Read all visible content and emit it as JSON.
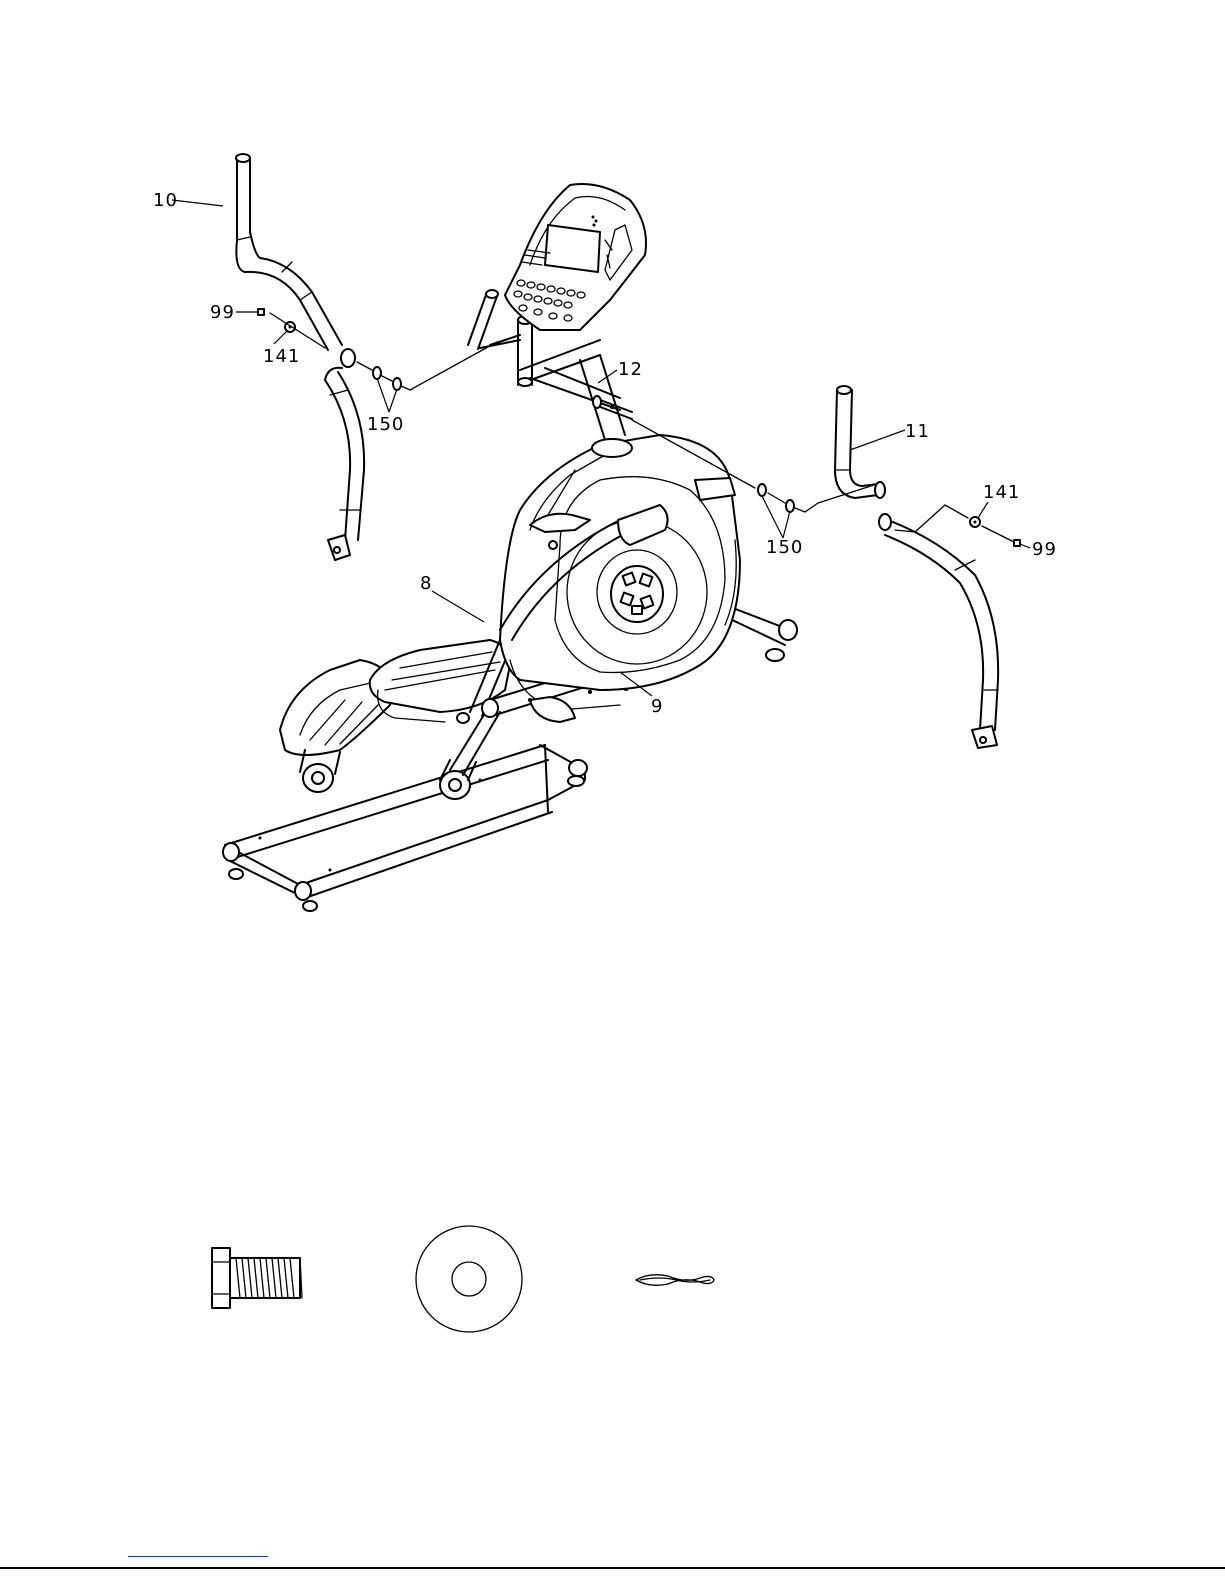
{
  "callouts": {
    "part_10": "10",
    "part_99_left": "99",
    "part_141_left": "141",
    "part_150_left": "150",
    "part_12": "12",
    "part_11": "11",
    "part_141_right": "141",
    "part_150_right": "150",
    "part_99_right": "99",
    "part_8": "8",
    "part_9": "9"
  },
  "hardware": [
    "hex-bolt",
    "flat-washer",
    "wave-washer"
  ],
  "colors": {
    "line": "#000000",
    "background": "#ffffff",
    "footer_link": "#1a2fd6"
  }
}
